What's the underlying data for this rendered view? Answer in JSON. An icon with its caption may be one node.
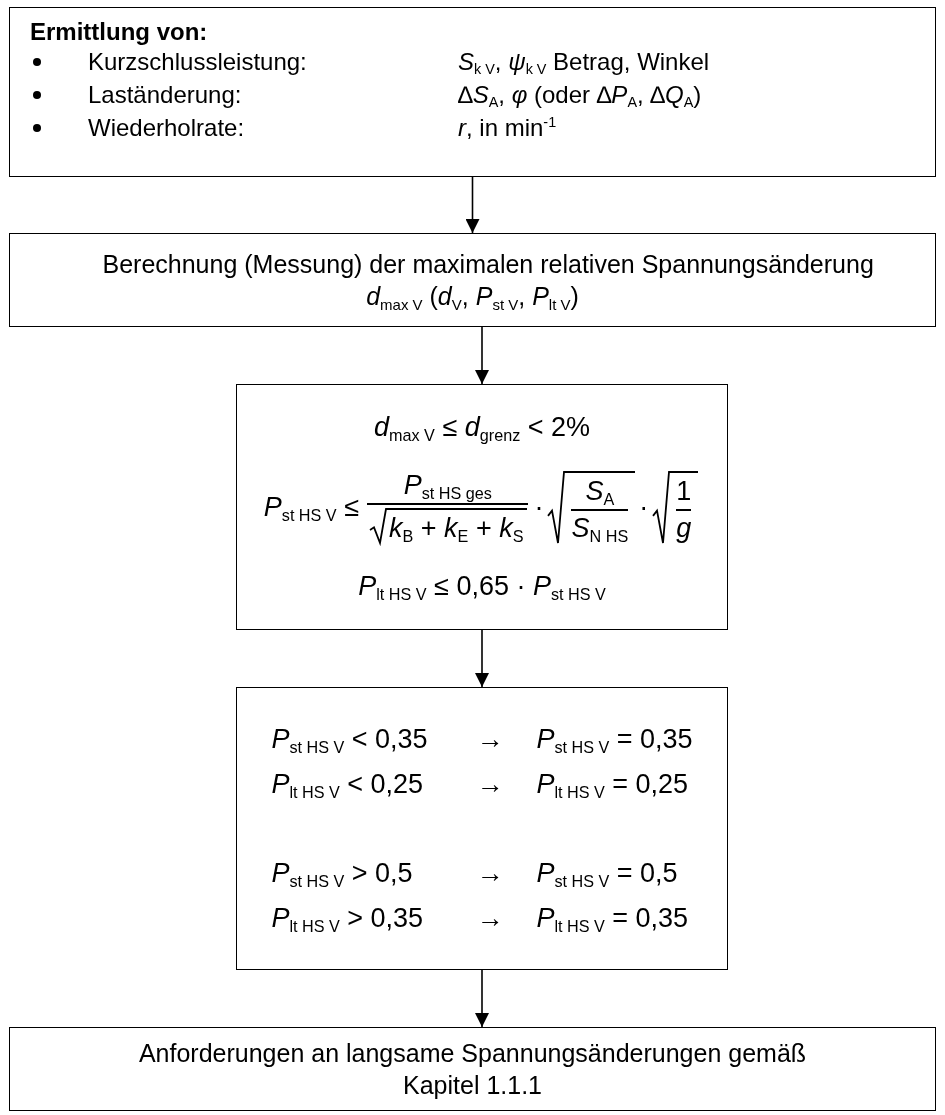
{
  "diagram": {
    "nodes": [
      {
        "text": [
          "Ermittlung von:",
          "Kurzschlussleistung:",
          "*S*$_{k V}$, *ψ*$_{k V}$ Betrag, Winkel",
          "Laständerung:",
          "∆*S*$_{A}$, *φ*  (oder ∆*P*$_{A}$, ∆*Q*$_{A}$)",
          "Wiederholrate:",
          "*r*, in min$^{-1}$"
        ]
      },
      {
        "text": [
          "Berechnung (Messung) der maximalen relativen Spannungsänderung",
          "*d*$_{max V}$ (*d*$_{V}$, *P*$_{st V}$, *P*$_{lt V}$)"
        ]
      },
      {
        "text": [
          "*d*$_{max V}$ ≤ *d*$_{grenz}$ < 2%",
          "*P*$_{st HS V}$ ≤",
          "*P*$_{st HS ges}$",
          "*k*$_{B}$ + *k*$_{E}$ + *k*$_{S}$",
          "·",
          "*S*$_{A}$",
          "*S*$_{N HS}$",
          "·",
          "1",
          "*g*",
          "*P*$_{lt HS V}$ ≤ 0,65 · *P*$_{st HS V}$"
        ]
      },
      {
        "text": [
          "*P*$_{st HS V}$ < 0,35",
          "→",
          "*P*$_{st HS V}$ = 0,35",
          "*P*$_{lt HS V}$ < 0,25",
          "→",
          "*P*$_{lt HS V}$ = 0,25",
          "*P*$_{st HS V}$ > 0,5",
          "→",
          "*P*$_{st HS V}$ = 0,5",
          "*P*$_{lt HS V}$ > 0,35",
          "→",
          "*P*$_{lt HS V}$ = 0,35"
        ]
      },
      {
        "text": [
          "Anforderungen an langsame Spannungsänderungen gemäß Kapitel 1.1.1"
        ]
      }
    ],
    "edges": [
      {
        "from": 0,
        "to": 1,
        "arrow": "to"
      },
      {
        "from": 1,
        "to": 2,
        "arrow": "to"
      },
      {
        "from": 2,
        "to": 3,
        "arrow": "to"
      },
      {
        "from": 3,
        "to": 4,
        "arrow": "to"
      }
    ]
  }
}
